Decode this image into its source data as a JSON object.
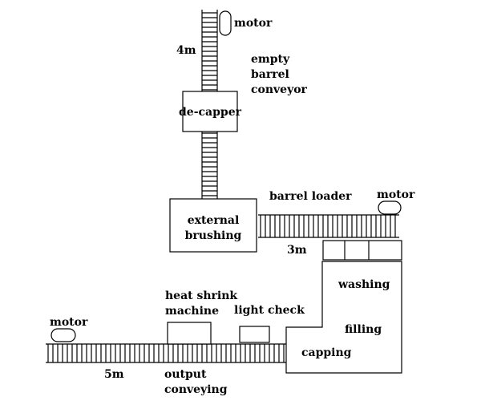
{
  "labels": {
    "motor_top": "motor",
    "length_vertical": "4m",
    "empty_barrel_line1": "empty",
    "empty_barrel_line2": "barrel",
    "empty_barrel_line3": "conveyor",
    "de_capper": "de-capper",
    "barrel_loader": "barrel loader",
    "motor_right": "motor",
    "external_line1": "external",
    "external_line2": "brushing",
    "length_loader": "3m",
    "washing": "washing",
    "filling": "filling",
    "capping": "capping",
    "heat_shrink_line1": "heat shrink",
    "heat_shrink_line2": "machine",
    "light_check": "light check",
    "motor_left": "motor",
    "length_output": "5m",
    "output_line1": "output",
    "output_line2": "conveying"
  }
}
